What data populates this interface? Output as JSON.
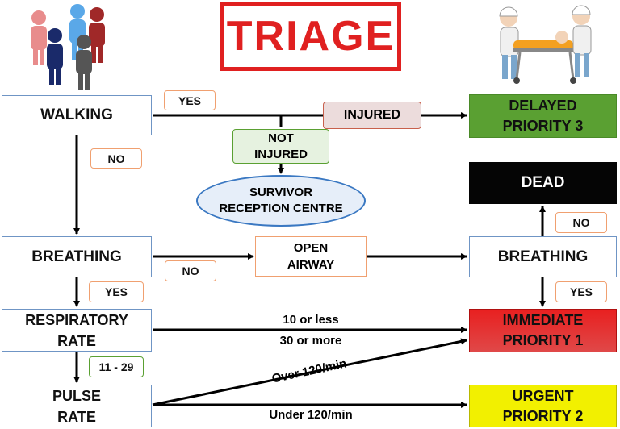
{
  "title": "TRIAGE",
  "nodes": {
    "walking": "WALKING",
    "breathing_left": "BREATHING",
    "respiratory_rate": "RESPIRATORY\nRATE",
    "pulse_rate": "PULSE\nRATE",
    "injured": "INJURED",
    "not_injured": "NOT\nINJURED",
    "survivor": "SURVIVOR\nRECEPTION CENTRE",
    "open_airway": "OPEN\nAIRWAY",
    "breathing_right": "BREATHING",
    "delayed": "DELAYED\nPRIORITY 3",
    "dead": "DEAD",
    "immediate": "IMMEDIATE\nPRIORITY 1",
    "urgent": "URGENT\nPRIORITY 2"
  },
  "labels": {
    "yes_walking": "YES",
    "no_walking": "NO",
    "no_breathing": "NO",
    "yes_breathing_left": "YES",
    "range_11_29": "11 - 29",
    "no_right": "NO",
    "yes_right": "YES",
    "ten_or_less": "10 or less",
    "thirty_or_more": "30 or more",
    "over_120": "Over 120/min",
    "under_120": "Under 120/min"
  },
  "colors": {
    "title_red": "#e02020",
    "node_border": "#6f95c5",
    "label_border": "#f0a070",
    "delayed_green": "#5aa032",
    "dead_black": "#050505",
    "immediate_red": "#e01818",
    "urgent_yellow": "#f2f000",
    "survivor_fill": "#e6eef9",
    "survivor_border": "#3a78c2",
    "not_injured_fill": "#e6f2e0",
    "not_injured_border": "#5aa032",
    "injured_fill": "#ecdcdc",
    "injured_border": "#c8604c"
  }
}
